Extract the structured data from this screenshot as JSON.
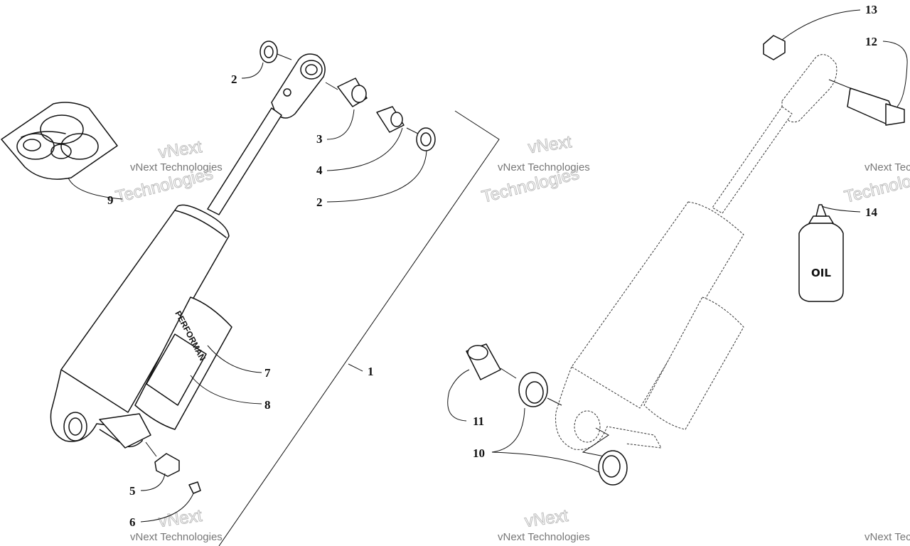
{
  "callouts": {
    "c1": "1",
    "c2a": "2",
    "c2b": "2",
    "c3": "3",
    "c4": "4",
    "c5": "5",
    "c6": "6",
    "c7": "7",
    "c8": "8",
    "c9": "9",
    "c10": "10",
    "c11": "11",
    "c12": "12",
    "c13": "13",
    "c14": "14"
  },
  "oil_label": "OIL",
  "shock_band_text": "PERFORMAN",
  "watermark": {
    "line1": "vNext Technologies",
    "line2": "vNext",
    "line3": "Technologies"
  },
  "colors": {
    "ink": "#111111",
    "paper": "#ffffff",
    "watermark": "#bdbdbd"
  }
}
